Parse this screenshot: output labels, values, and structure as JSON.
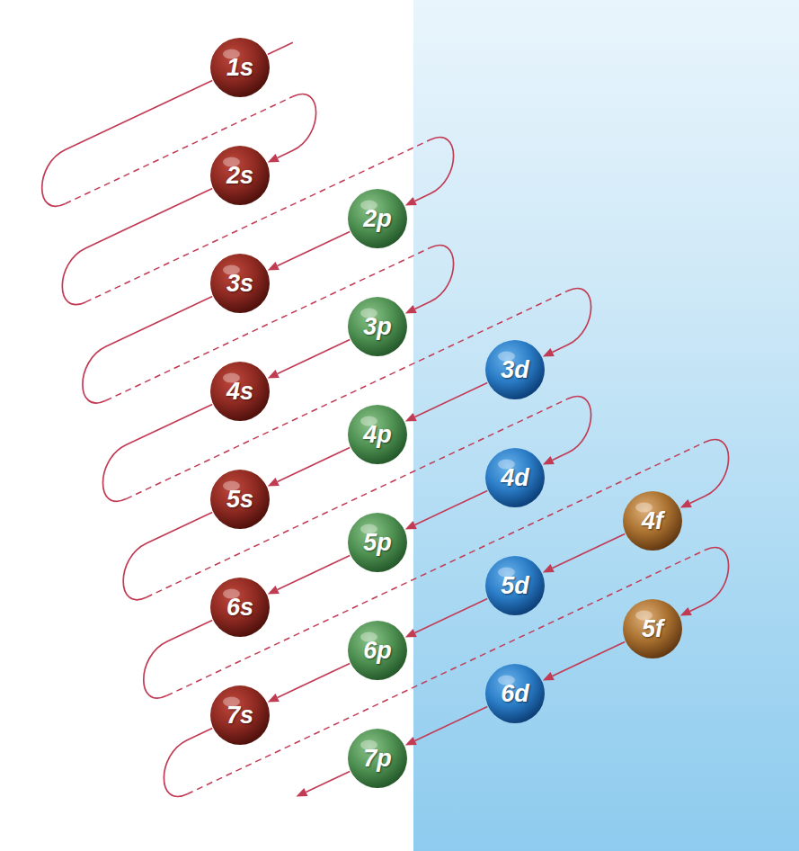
{
  "diagram": {
    "nodes": [
      {
        "text": [
          "1s"
        ]
      },
      {
        "text": [
          "2s"
        ]
      },
      {
        "text": [
          "2p"
        ]
      },
      {
        "text": [
          "3s"
        ]
      },
      {
        "text": [
          "3p"
        ]
      },
      {
        "text": [
          "4s"
        ]
      },
      {
        "text": [
          "3d"
        ]
      },
      {
        "text": [
          "4p"
        ]
      },
      {
        "text": [
          "5s"
        ]
      },
      {
        "text": [
          "4d"
        ]
      },
      {
        "text": [
          "5p"
        ]
      },
      {
        "text": [
          "6s"
        ]
      },
      {
        "text": [
          "4f"
        ]
      },
      {
        "text": [
          "5d"
        ]
      },
      {
        "text": [
          "6p"
        ]
      },
      {
        "text": [
          "7s"
        ]
      },
      {
        "text": [
          "5f"
        ]
      },
      {
        "text": [
          "6d"
        ]
      },
      {
        "text": [
          "7p"
        ]
      }
    ],
    "edges": [
      {
        "from": 0,
        "to": 1,
        "arrow": "to"
      },
      {
        "from": 1,
        "to": 2,
        "arrow": "to"
      },
      {
        "from": 2,
        "to": 3,
        "arrow": "to"
      },
      {
        "from": 3,
        "to": 4,
        "arrow": "to"
      },
      {
        "from": 4,
        "to": 5,
        "arrow": "to"
      },
      {
        "from": 5,
        "to": 6,
        "arrow": "to"
      },
      {
        "from": 6,
        "to": 7,
        "arrow": "to"
      },
      {
        "from": 7,
        "to": 8,
        "arrow": "to"
      },
      {
        "from": 8,
        "to": 9,
        "arrow": "to"
      },
      {
        "from": 9,
        "to": 10,
        "arrow": "to"
      },
      {
        "from": 10,
        "to": 11,
        "arrow": "to"
      },
      {
        "from": 11,
        "to": 12,
        "arrow": "to"
      },
      {
        "from": 12,
        "to": 13,
        "arrow": "to"
      },
      {
        "from": 13,
        "to": 14,
        "arrow": "to"
      },
      {
        "from": 14,
        "to": 15,
        "arrow": "to"
      },
      {
        "from": 15,
        "to": 16,
        "arrow": "to"
      },
      {
        "from": 16,
        "to": 17,
        "arrow": "to"
      },
      {
        "from": 17,
        "to": 18,
        "arrow": "to"
      }
    ]
  }
}
